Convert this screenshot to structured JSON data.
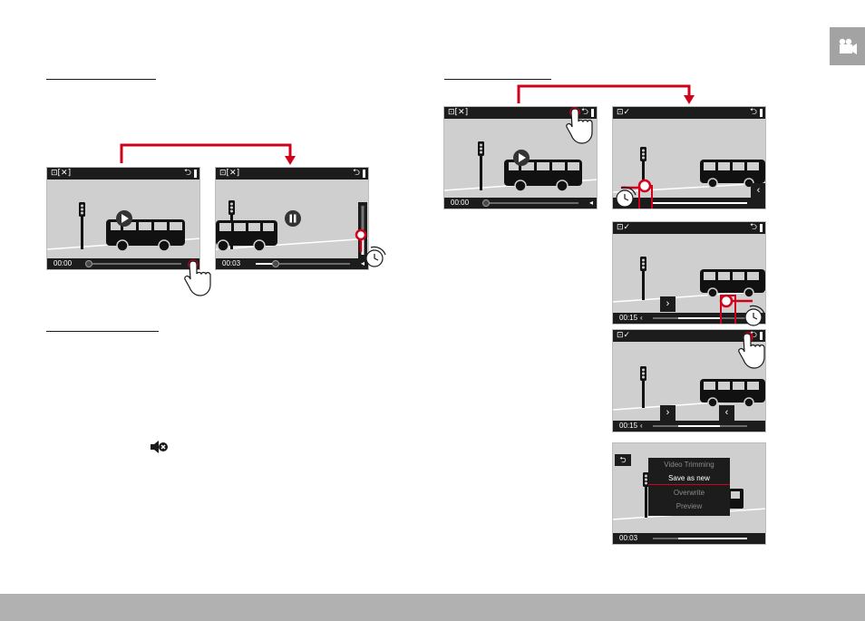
{
  "colors": {
    "accent_red": "#d0021b",
    "screen_bg": "#cfcfcf",
    "bar_black": "#1c1c1c",
    "footer_grey": "#b1b1b1",
    "side_tab_grey": "#a3a3a3"
  },
  "icons": {
    "side_tab": "video-camera-icon",
    "mute": "speaker-muted-icon",
    "back": "back-arrow-icon",
    "hand": "hand-pointer-icon",
    "dial": "rotary-dial-icon"
  },
  "screens": {
    "s1": {
      "label": "⊡[✕]",
      "time": "00:00"
    },
    "s2": {
      "label": "⊡[✕]",
      "time": "00:03"
    },
    "s3": {
      "label": "⊡[✕]",
      "time": "00:00"
    },
    "s4": {
      "label": "⊡✓",
      "time": ""
    },
    "s5": {
      "label": "⊡✓",
      "time": "00:15"
    },
    "s6": {
      "label": "⊡✓",
      "time": "00:15"
    },
    "s7": {
      "time": "00:03"
    }
  },
  "back_glyph": "⮌",
  "nav": {
    "next": "›",
    "prev": "‹",
    "left_small": "‹",
    "right_small": "◂"
  },
  "menu": {
    "title": "Video Trimming",
    "items": [
      "Save as new",
      "Overwrite",
      "Preview"
    ],
    "active_index": 0
  }
}
